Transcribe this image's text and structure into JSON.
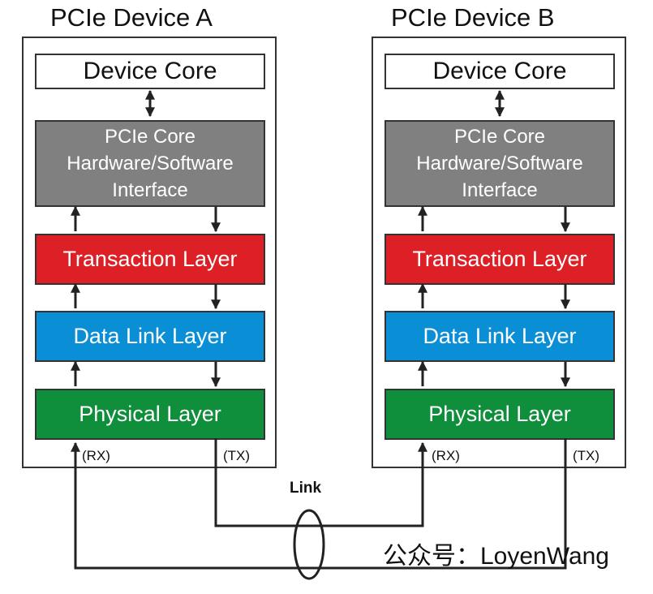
{
  "devices": [
    {
      "title": "PCIe Device A",
      "device_core": "Device Core",
      "pcie_core": [
        "PCIe Core",
        "Hardware/Software",
        "Interface"
      ],
      "transaction_layer": "Transaction Layer",
      "data_link_layer": "Data Link Layer",
      "physical_layer": "Physical Layer",
      "rx_label": "(RX)",
      "tx_label": "(TX)"
    },
    {
      "title": "PCIe Device B",
      "device_core": "Device Core",
      "pcie_core": [
        "PCIe Core",
        "Hardware/Software",
        "Interface"
      ],
      "transaction_layer": "Transaction Layer",
      "data_link_layer": "Data Link Layer",
      "physical_layer": "Physical Layer",
      "rx_label": "(RX)",
      "tx_label": "(TX)"
    }
  ],
  "link_label": "Link",
  "watermark": "公众号：LoyenWang",
  "colors": {
    "pcie_core": "#808080",
    "transaction_layer": "#dd1f26",
    "data_link_layer": "#0a8fd6",
    "physical_layer": "#0f8e3c",
    "lines": "#222222"
  }
}
